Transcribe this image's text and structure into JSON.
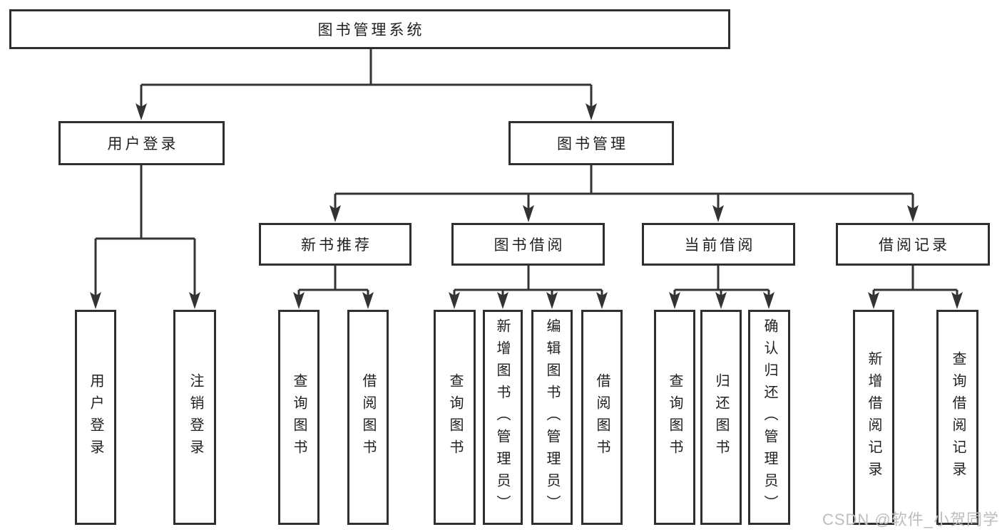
{
  "diagram": {
    "type": "hierarchy-tree",
    "title": "图书管理系统",
    "colors": {
      "background": "#ffffff",
      "line": "#333333",
      "box_border": "#2f2f2f",
      "text": "#1f1f1f",
      "watermark": "#bdbdbd"
    },
    "tree": {
      "root": {
        "label": "图书管理系统",
        "children": [
          {
            "label": "用户登录",
            "children": [
              {
                "label": "用户登录"
              },
              {
                "label": "注销登录"
              }
            ]
          },
          {
            "label": "图书管理",
            "children": [
              {
                "label": "新书推荐",
                "children": [
                  {
                    "label": "查询图书"
                  },
                  {
                    "label": "借阅图书"
                  }
                ]
              },
              {
                "label": "图书借阅",
                "children": [
                  {
                    "label": "查询图书"
                  },
                  {
                    "label": "新增图书（管理员）"
                  },
                  {
                    "label": "编辑图书（管理员）"
                  },
                  {
                    "label": "借阅图书"
                  }
                ]
              },
              {
                "label": "当前借阅",
                "children": [
                  {
                    "label": "查询图书"
                  },
                  {
                    "label": "归还图书"
                  },
                  {
                    "label": "确认归还（管理员）"
                  }
                ]
              },
              {
                "label": "借阅记录",
                "children": [
                  {
                    "label": "新增借阅记录"
                  },
                  {
                    "label": "查询借阅记录"
                  }
                ]
              }
            ]
          }
        ]
      }
    }
  },
  "watermark": {
    "text": "CSDN @软件_小贺同学"
  }
}
